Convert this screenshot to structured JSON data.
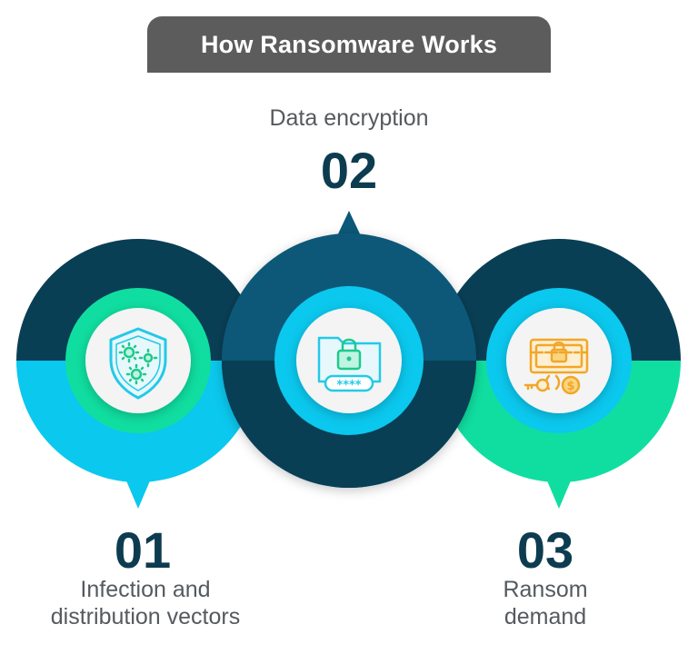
{
  "title": "How Ransomware Works",
  "colors": {
    "dark_teal": "#093f55",
    "mid_blue": "#0b5878",
    "cyan": "#0bc8ee",
    "green": "#10dea0",
    "title_bg": "#5c5c5c",
    "number_text": "#0d3c50",
    "label_text": "#555a5e"
  },
  "steps": [
    {
      "number": "01",
      "label_line1": "Infection and",
      "label_line2": "distribution vectors",
      "icon": "shield-virus-icon"
    },
    {
      "number": "02",
      "label_line1": "Data encryption",
      "icon": "locked-folder-password-icon"
    },
    {
      "number": "03",
      "label_line1": "Ransom",
      "label_line2": "demand",
      "icon": "chained-safe-key-dollar-icon"
    }
  ],
  "icon_glyphs": {
    "password_mask": "****",
    "currency": "$"
  }
}
